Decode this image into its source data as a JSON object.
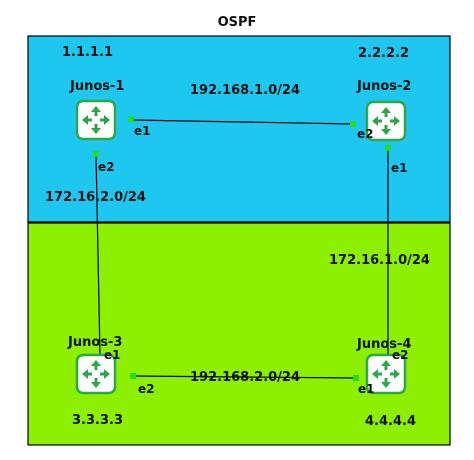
{
  "title": "OSPF",
  "colors": {
    "area_top": "#1ec7ef",
    "area_bottom": "#8cf000",
    "router_border": "#2aa84a",
    "router_arrow": "#2aa84a",
    "port_dot": "#22dd22",
    "link": "#000000"
  },
  "routers": {
    "r1": {
      "name": "Junos-1",
      "router_id": "1.1.1.1",
      "icon": "router-icon"
    },
    "r2": {
      "name": "Junos-2",
      "router_id": "2.2.2.2",
      "icon": "router-icon"
    },
    "r3": {
      "name": "Junos-3",
      "router_id": "3.3.3.3",
      "icon": "router-icon"
    },
    "r4": {
      "name": "Junos-4",
      "router_id": "4.4.4.4",
      "icon": "router-icon"
    }
  },
  "links": {
    "l12": {
      "subnet": "192.168.1.0/24",
      "a_port": "e1",
      "b_port": "e2"
    },
    "l13": {
      "subnet": "172.16.2.0/24",
      "a_port": "e2",
      "b_port": "e1"
    },
    "l24": {
      "subnet": "172.16.1.0/24",
      "a_port": "e1",
      "b_port": "e2"
    },
    "l34": {
      "subnet": "192.168.2.0/24",
      "a_port": "e2",
      "b_port": "e1"
    }
  }
}
